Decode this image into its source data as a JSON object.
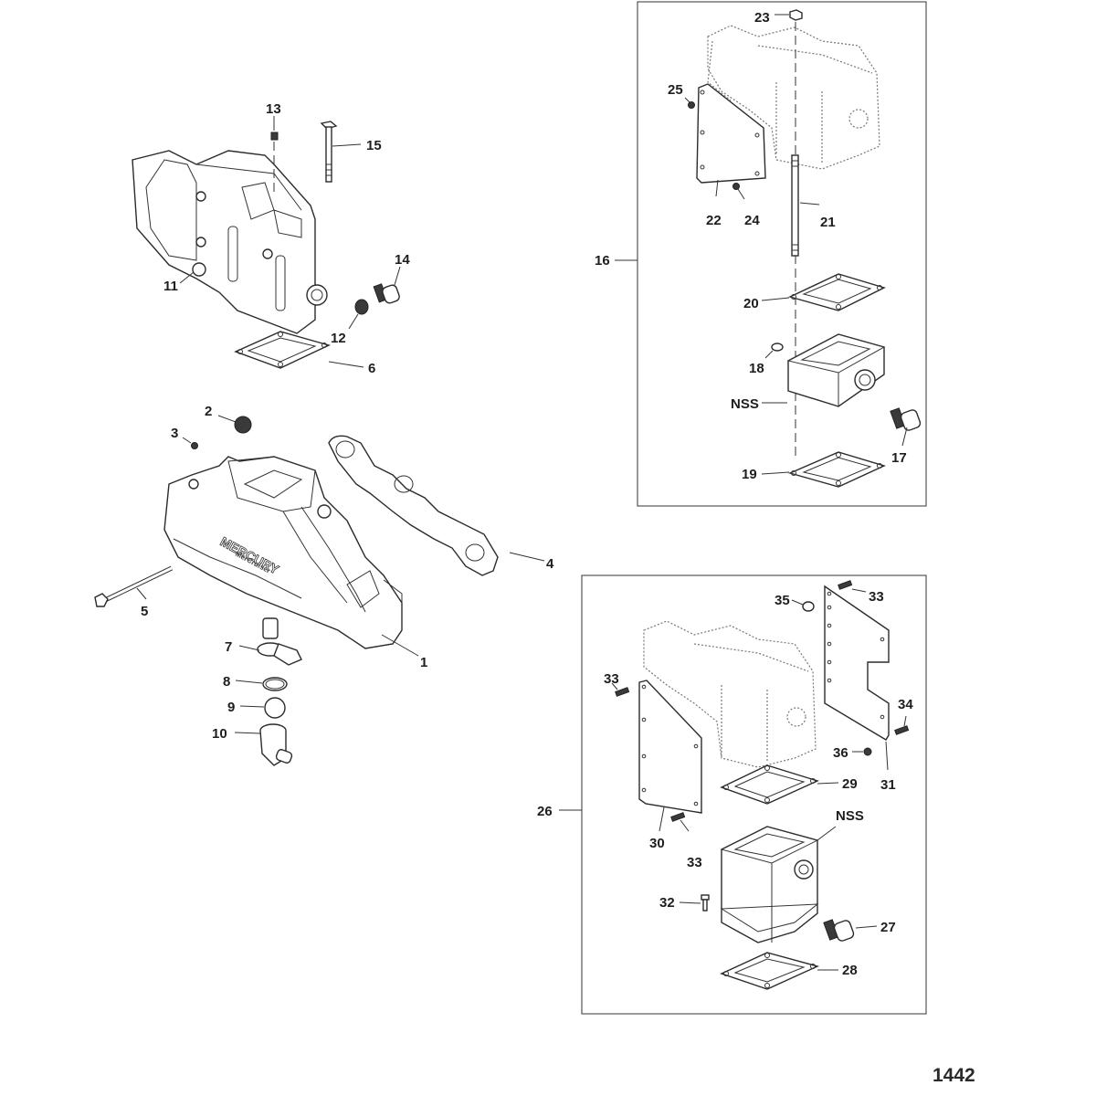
{
  "diagram": {
    "type": "exploded parts diagram",
    "drawing_number": "1442",
    "brand_text": "MERCURY",
    "brand_subtext": "MerCruiser",
    "groups": [
      {
        "id": "main",
        "callouts": [
          "1",
          "2",
          "3",
          "4",
          "5",
          "6",
          "7",
          "8",
          "9",
          "10",
          "11",
          "12",
          "13",
          "14",
          "15"
        ]
      },
      {
        "id": "kit-16",
        "group_label": "16",
        "callouts": [
          "17",
          "18",
          "19",
          "20",
          "21",
          "22",
          "23",
          "24",
          "25",
          "NSS"
        ]
      },
      {
        "id": "kit-26",
        "group_label": "26",
        "callouts": [
          "27",
          "28",
          "29",
          "30",
          "31",
          "32",
          "33",
          "33",
          "33",
          "34",
          "35",
          "36",
          "NSS"
        ]
      }
    ],
    "labels": {
      "c1": "1",
      "c2": "2",
      "c3": "3",
      "c4": "4",
      "c5": "5",
      "c6": "6",
      "c7": "7",
      "c8": "8",
      "c9": "9",
      "c10": "10",
      "c11": "11",
      "c12": "12",
      "c13": "13",
      "c14": "14",
      "c15": "15",
      "c16": "16",
      "c17": "17",
      "c18": "18",
      "c19": "19",
      "c20": "20",
      "c21": "21",
      "c22": "22",
      "c23": "23",
      "c24": "24",
      "c25": "25",
      "c26": "26",
      "c27": "27",
      "c28": "28",
      "c29": "29",
      "c30": "30",
      "c31": "31",
      "c32": "32",
      "c33": "33",
      "c34": "34",
      "c35": "35",
      "c36": "36",
      "nss": "NSS"
    }
  }
}
